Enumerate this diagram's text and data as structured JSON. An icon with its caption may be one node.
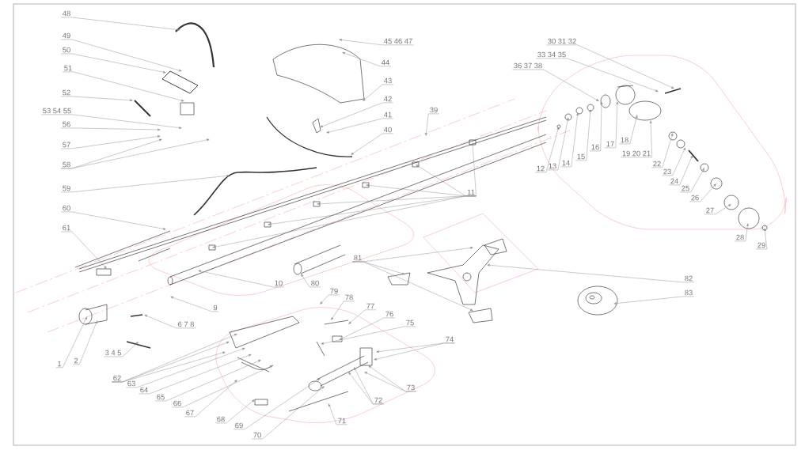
{
  "diagram": {
    "nodes": [
      {
        "text": [
          "48"
        ]
      },
      {
        "text": [
          "49"
        ]
      },
      {
        "text": [
          "50"
        ]
      },
      {
        "text": [
          "51"
        ]
      },
      {
        "text": [
          "52"
        ]
      },
      {
        "text": [
          "53 54 55"
        ]
      },
      {
        "text": [
          "56"
        ]
      },
      {
        "text": [
          "57"
        ]
      },
      {
        "text": [
          "58"
        ]
      },
      {
        "text": [
          "59"
        ]
      },
      {
        "text": [
          "60"
        ]
      },
      {
        "text": [
          "61"
        ]
      },
      {
        "text": [
          "45 46 47"
        ]
      },
      {
        "text": [
          "44"
        ]
      },
      {
        "text": [
          "43"
        ]
      },
      {
        "text": [
          "42"
        ]
      },
      {
        "text": [
          "41"
        ]
      },
      {
        "text": [
          "40"
        ]
      },
      {
        "text": [
          "39"
        ]
      },
      {
        "text": [
          "11"
        ]
      },
      {
        "text": [
          "30 31 32"
        ]
      },
      {
        "text": [
          "33 34 35"
        ]
      },
      {
        "text": [
          "36 37 38"
        ]
      },
      {
        "text": [
          "12"
        ]
      },
      {
        "text": [
          "13"
        ]
      },
      {
        "text": [
          "14"
        ]
      },
      {
        "text": [
          "15"
        ]
      },
      {
        "text": [
          "16"
        ]
      },
      {
        "text": [
          "17"
        ]
      },
      {
        "text": [
          "18"
        ]
      },
      {
        "text": [
          "19 20 21"
        ]
      },
      {
        "text": [
          "22"
        ]
      },
      {
        "text": [
          "23"
        ]
      },
      {
        "text": [
          "24"
        ]
      },
      {
        "text": [
          "25"
        ]
      },
      {
        "text": [
          "26"
        ]
      },
      {
        "text": [
          "27"
        ]
      },
      {
        "text": [
          "28"
        ]
      },
      {
        "text": [
          "29"
        ]
      },
      {
        "text": [
          "81"
        ]
      },
      {
        "text": [
          "82"
        ]
      },
      {
        "text": [
          "83"
        ]
      },
      {
        "text": [
          "10"
        ]
      },
      {
        "text": [
          "80"
        ]
      },
      {
        "text": [
          "9"
        ]
      },
      {
        "text": [
          "79"
        ]
      },
      {
        "text": [
          "78"
        ]
      },
      {
        "text": [
          "77"
        ]
      },
      {
        "text": [
          "76"
        ]
      },
      {
        "text": [
          "75"
        ]
      },
      {
        "text": [
          "74"
        ]
      },
      {
        "text": [
          "6 7 8"
        ]
      },
      {
        "text": [
          "1"
        ]
      },
      {
        "text": [
          "2"
        ]
      },
      {
        "text": [
          "3 4 5"
        ]
      },
      {
        "text": [
          "62"
        ]
      },
      {
        "text": [
          "63"
        ]
      },
      {
        "text": [
          "64"
        ]
      },
      {
        "text": [
          "65"
        ]
      },
      {
        "text": [
          "66"
        ]
      },
      {
        "text": [
          "67"
        ]
      },
      {
        "text": [
          "68"
        ]
      },
      {
        "text": [
          "69"
        ]
      },
      {
        "text": [
          "70"
        ]
      },
      {
        "text": [
          "71"
        ]
      },
      {
        "text": [
          "72"
        ]
      },
      {
        "text": [
          "73"
        ]
      }
    ],
    "edges": [
      {
        "from": 0,
        "to": null,
        "arrow": "to"
      },
      {
        "from": 1,
        "to": null,
        "arrow": "to"
      },
      {
        "from": 2,
        "to": null,
        "arrow": "to"
      },
      {
        "from": 3,
        "to": null,
        "arrow": "to"
      },
      {
        "from": 4,
        "to": null,
        "arrow": "to"
      },
      {
        "from": 5,
        "to": null,
        "arrow": "to"
      },
      {
        "from": 6,
        "to": null,
        "arrow": "to"
      },
      {
        "from": 7,
        "to": null,
        "arrow": "to"
      },
      {
        "from": 8,
        "to": null,
        "arrow": "to"
      },
      {
        "from": 8,
        "to": null,
        "arrow": "to"
      },
      {
        "from": 9,
        "to": null,
        "arrow": "to"
      },
      {
        "from": 10,
        "to": null,
        "arrow": "to"
      },
      {
        "from": 11,
        "to": null,
        "arrow": "to"
      },
      {
        "from": 12,
        "to": null,
        "arrow": "to"
      },
      {
        "from": 13,
        "to": null,
        "arrow": "to"
      },
      {
        "from": 14,
        "to": null,
        "arrow": "to"
      },
      {
        "from": 15,
        "to": null,
        "arrow": "to"
      },
      {
        "from": 16,
        "to": null,
        "arrow": "to"
      },
      {
        "from": 17,
        "to": null,
        "arrow": "to"
      },
      {
        "from": 18,
        "to": null,
        "arrow": "to"
      },
      {
        "from": 19,
        "to": null,
        "arrow": "to"
      },
      {
        "from": 19,
        "to": null,
        "arrow": "to"
      },
      {
        "from": 19,
        "to": null,
        "arrow": "to"
      },
      {
        "from": 19,
        "to": null,
        "arrow": "to"
      },
      {
        "from": 19,
        "to": null,
        "arrow": "to"
      },
      {
        "from": 19,
        "to": null,
        "arrow": "to"
      },
      {
        "from": 20,
        "to": null,
        "arrow": "to"
      },
      {
        "from": 21,
        "to": null,
        "arrow": "to"
      },
      {
        "from": 22,
        "to": null,
        "arrow": "to"
      },
      {
        "from": 23,
        "to": null,
        "arrow": "to"
      },
      {
        "from": 24,
        "to": null,
        "arrow": "to"
      },
      {
        "from": 25,
        "to": null,
        "arrow": "to"
      },
      {
        "from": 26,
        "to": null,
        "arrow": "to"
      },
      {
        "from": 27,
        "to": null,
        "arrow": "to"
      },
      {
        "from": 28,
        "to": null,
        "arrow": "to"
      },
      {
        "from": 29,
        "to": null,
        "arrow": "to"
      },
      {
        "from": 30,
        "to": null,
        "arrow": "to"
      },
      {
        "from": 31,
        "to": null,
        "arrow": "to"
      },
      {
        "from": 32,
        "to": null,
        "arrow": "to"
      },
      {
        "from": 33,
        "to": null,
        "arrow": "to"
      },
      {
        "from": 34,
        "to": null,
        "arrow": "to"
      },
      {
        "from": 35,
        "to": null,
        "arrow": "to"
      },
      {
        "from": 36,
        "to": null,
        "arrow": "to"
      },
      {
        "from": 37,
        "to": null,
        "arrow": "to"
      },
      {
        "from": 38,
        "to": null,
        "arrow": "to"
      },
      {
        "from": 39,
        "to": null,
        "arrow": "to"
      },
      {
        "from": 39,
        "to": null,
        "arrow": "to"
      },
      {
        "from": 39,
        "to": null,
        "arrow": "to"
      },
      {
        "from": 40,
        "to": null,
        "arrow": "to"
      },
      {
        "from": 41,
        "to": null,
        "arrow": "to"
      },
      {
        "from": 42,
        "to": null,
        "arrow": "to"
      },
      {
        "from": 43,
        "to": null,
        "arrow": "to"
      },
      {
        "from": 44,
        "to": null,
        "arrow": "to"
      },
      {
        "from": 45,
        "to": null,
        "arrow": "to"
      },
      {
        "from": 46,
        "to": null,
        "arrow": "to"
      },
      {
        "from": 47,
        "to": null,
        "arrow": "to"
      },
      {
        "from": 48,
        "to": null,
        "arrow": "to"
      },
      {
        "from": 49,
        "to": null,
        "arrow": "to"
      },
      {
        "from": 50,
        "to": null,
        "arrow": "to"
      },
      {
        "from": 50,
        "to": null,
        "arrow": "to"
      },
      {
        "from": 51,
        "to": null,
        "arrow": "to"
      },
      {
        "from": 52,
        "to": null,
        "arrow": "to"
      },
      {
        "from": 53,
        "to": null,
        "arrow": "to"
      },
      {
        "from": 54,
        "to": null,
        "arrow": "to"
      },
      {
        "from": 55,
        "to": null,
        "arrow": "to"
      },
      {
        "from": 55,
        "to": null,
        "arrow": "to"
      },
      {
        "from": 55,
        "to": null,
        "arrow": "to"
      },
      {
        "from": 56,
        "to": null,
        "arrow": "to"
      },
      {
        "from": 57,
        "to": null,
        "arrow": "to"
      },
      {
        "from": 58,
        "to": null,
        "arrow": "to"
      },
      {
        "from": 59,
        "to": null,
        "arrow": "to"
      },
      {
        "from": 60,
        "to": null,
        "arrow": "to"
      },
      {
        "from": 61,
        "to": null,
        "arrow": "to"
      },
      {
        "from": 62,
        "to": null,
        "arrow": "to"
      },
      {
        "from": 63,
        "to": null,
        "arrow": "to"
      },
      {
        "from": 64,
        "to": null,
        "arrow": "to"
      },
      {
        "from": 65,
        "to": null,
        "arrow": "to"
      },
      {
        "from": 65,
        "to": null,
        "arrow": "to"
      },
      {
        "from": 66,
        "to": null,
        "arrow": "to"
      },
      {
        "from": 66,
        "to": null,
        "arrow": "to"
      }
    ]
  }
}
